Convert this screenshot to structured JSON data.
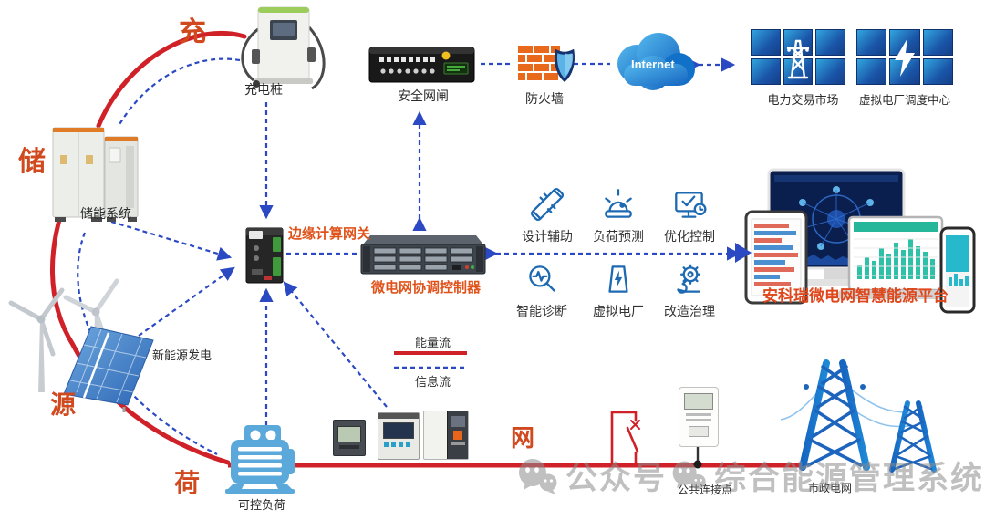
{
  "zones": {
    "charge": {
      "symbol": "充",
      "device_label": "充电桩"
    },
    "storage": {
      "symbol": "储",
      "device_label": "储能系统"
    },
    "source": {
      "symbol": "源",
      "device_label": "新能源发电"
    },
    "load": {
      "symbol": "荷",
      "device_label": "可控负荷"
    },
    "grid": {
      "symbol": "网",
      "pcc_label": "公共连接点",
      "utility_label": "市政电网"
    }
  },
  "security_chain": {
    "gateway_label": "安全网闸",
    "firewall_label": "防火墙",
    "internet_label": "Internet",
    "trading_market_label": "电力交易市场",
    "vpp_dispatch_label": "虚拟电厂调度中心"
  },
  "core": {
    "edge_gateway_label": "边缘计算网关",
    "controller_label": "微电网协调控制器"
  },
  "functions": {
    "items": [
      {
        "icon": "design-aid-icon",
        "label": "设计辅助"
      },
      {
        "icon": "load-forecast-icon",
        "label": "负荷预测"
      },
      {
        "icon": "optimal-control-icon",
        "label": "优化控制"
      },
      {
        "icon": "smart-diagnosis-icon",
        "label": "智能诊断"
      },
      {
        "icon": "virtual-plant-icon",
        "label": "虚拟电厂"
      },
      {
        "icon": "retrofit-icon",
        "label": "改造治理"
      }
    ]
  },
  "platform": {
    "label": "安科瑞微电网智慧能源平台"
  },
  "legend": {
    "energy_label": "能量流",
    "info_label": "信息流"
  },
  "watermark": {
    "account_text": "公众号",
    "title_text": "综合能源管理系统"
  },
  "colors": {
    "energy_flow": "#cf2127",
    "info_flow": "#2b49c3",
    "accent_orange": "#e0541c",
    "zone_char": "#d0491f",
    "tile_blue": "#1a55a8",
    "icon_blue": "#1d6ab2",
    "tower_blue": "#1d64bc"
  }
}
